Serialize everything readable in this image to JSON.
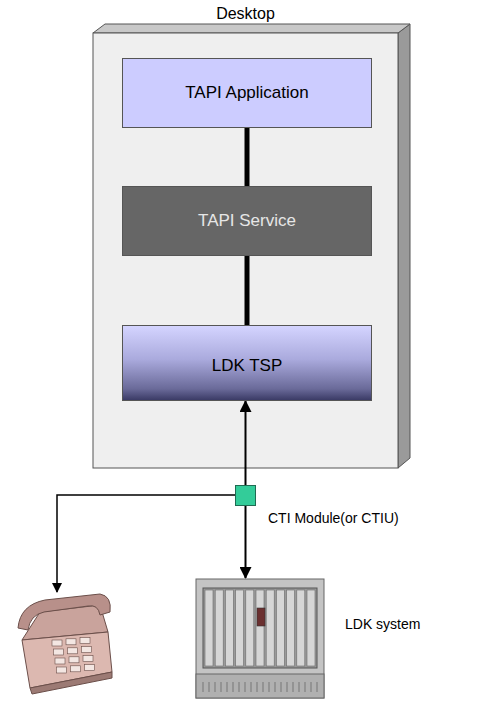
{
  "diagram": {
    "nodes": [
      {
        "text": [
          "Desktop"
        ]
      },
      {
        "text": [
          "TAPI Application"
        ],
        "in": 0
      },
      {
        "text": [
          "TAPI Service"
        ],
        "in": 0
      },
      {
        "text": [
          "LDK TSP"
        ],
        "in": 0
      },
      {
        "text": [
          "CTI Module(or CTIU)"
        ]
      },
      {
        "text": [
          "LDK system"
        ]
      }
    ],
    "edges": [
      {
        "from": 1,
        "to": 2,
        "arrow": "none"
      },
      {
        "from": 2,
        "to": 3,
        "arrow": "none"
      },
      {
        "from": 4,
        "to": 3,
        "arrow": "to"
      },
      {
        "from": 4,
        "to": 5,
        "arrow": "to"
      }
    ]
  }
}
